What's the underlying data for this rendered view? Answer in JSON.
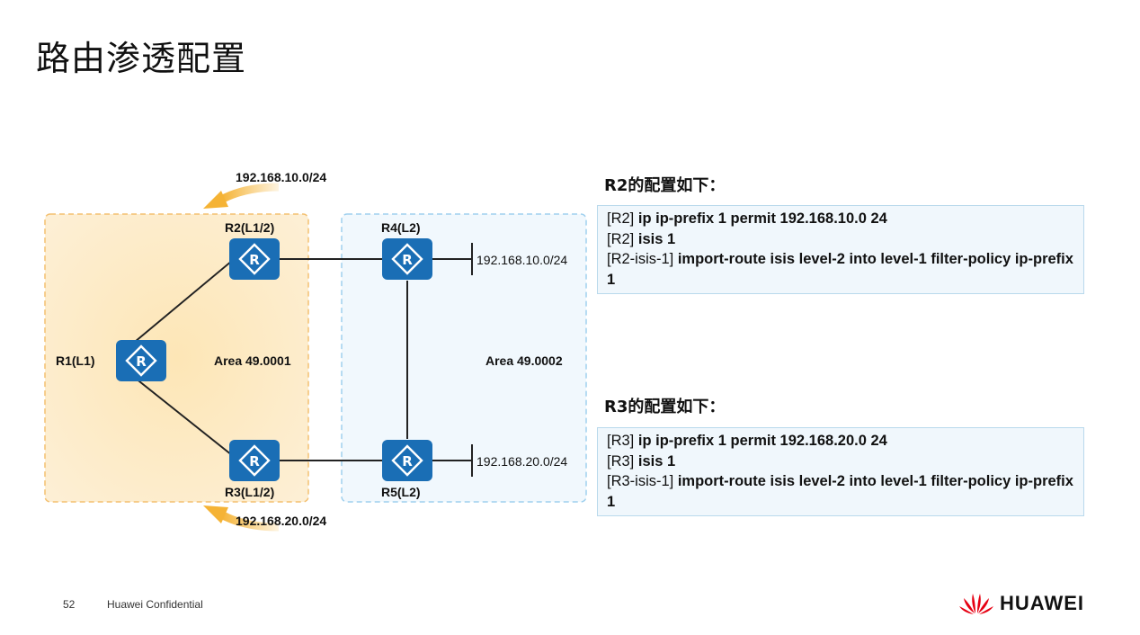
{
  "page": {
    "title": "路由渗透配置"
  },
  "diagram": {
    "areas": [
      {
        "id": "area1",
        "label": "Area 49.0001"
      },
      {
        "id": "area2",
        "label": "Area 49.0002"
      }
    ],
    "routers": [
      {
        "id": "R1",
        "label": "R1(L1)"
      },
      {
        "id": "R2",
        "label": "R2(L1/2)"
      },
      {
        "id": "R3",
        "label": "R3(L1/2)"
      },
      {
        "id": "R4",
        "label": "R4(L2)"
      },
      {
        "id": "R5",
        "label": "R5(L2)"
      }
    ],
    "stub_networks": [
      {
        "router": "R4",
        "label": "192.168.10.0/24"
      },
      {
        "router": "R5",
        "label": "192.168.20.0/24"
      }
    ],
    "leaked_routes": [
      {
        "router": "R2",
        "label": "192.168.10.0/24"
      },
      {
        "router": "R3",
        "label": "192.168.20.0/24"
      }
    ]
  },
  "configs": [
    {
      "heading": "R2的配置如下：",
      "lines": [
        {
          "prompt": "[R2] ",
          "command": "ip ip-prefix 1 permit 192.168.10.0 24"
        },
        {
          "prompt": "[R2] ",
          "command": "isis 1"
        },
        {
          "prompt": "[R2-isis-1] ",
          "command": "import-route isis level-2 into level-1 filter-policy ip-prefix 1"
        }
      ]
    },
    {
      "heading": "R3的配置如下：",
      "lines": [
        {
          "prompt": "[R3] ",
          "command": "ip ip-prefix 1 permit 192.168.20.0 24"
        },
        {
          "prompt": "[R3] ",
          "command": "isis 1"
        },
        {
          "prompt": "[R3-isis-1] ",
          "command": "import-route isis level-2 into level-1 filter-policy ip-prefix 1"
        }
      ]
    }
  ],
  "footer": {
    "page_number": "52",
    "confidential": "Huawei Confidential",
    "brand": "HUAWEI"
  },
  "colors": {
    "area1_fill": "#fde9c4",
    "area1_border": "#f3c070",
    "area2_fill": "#f1f8fd",
    "area2_border": "#9fd0ee",
    "router": "#1a6eb5",
    "arrow": "#f5b335",
    "brand_red": "#e60012"
  },
  "icons": {
    "router": "router-icon",
    "logo": "huawei-logo-icon"
  }
}
